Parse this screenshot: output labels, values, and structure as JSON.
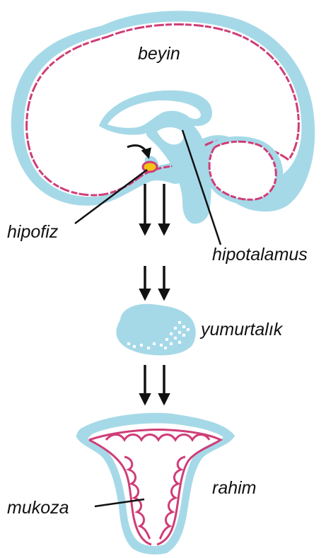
{
  "labels": {
    "brain": "beyin",
    "pituitary": "hipofiz",
    "hypothalamus": "hipotalamus",
    "ovary": "yumurtalık",
    "uterus": "rahim",
    "mucosa": "mukoza"
  },
  "colors": {
    "tissue_blue": "#a6d9e8",
    "outline_pink": "#cf3d77",
    "gland_yellow": "#f2c416",
    "ink": "#111111"
  },
  "icons": {
    "arrow": "double-down-arrow"
  }
}
